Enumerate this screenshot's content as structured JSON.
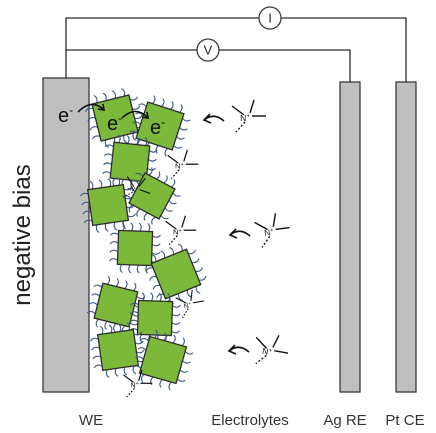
{
  "meters": {
    "current": "I",
    "voltage": "V"
  },
  "bias_label": "negative bias",
  "electron_label": "e",
  "electron_charge": "-",
  "ion_label": "N",
  "ion_charge": "+",
  "labels": {
    "working_electrode": "WE",
    "electrolytes": "Electrolytes",
    "reference_electrode": "Ag RE",
    "counter_electrode": "Pt CE"
  },
  "colors": {
    "electrode": "#bfbfbf",
    "crystal": "#7cb83a",
    "ligand": "#3c5a8a"
  }
}
